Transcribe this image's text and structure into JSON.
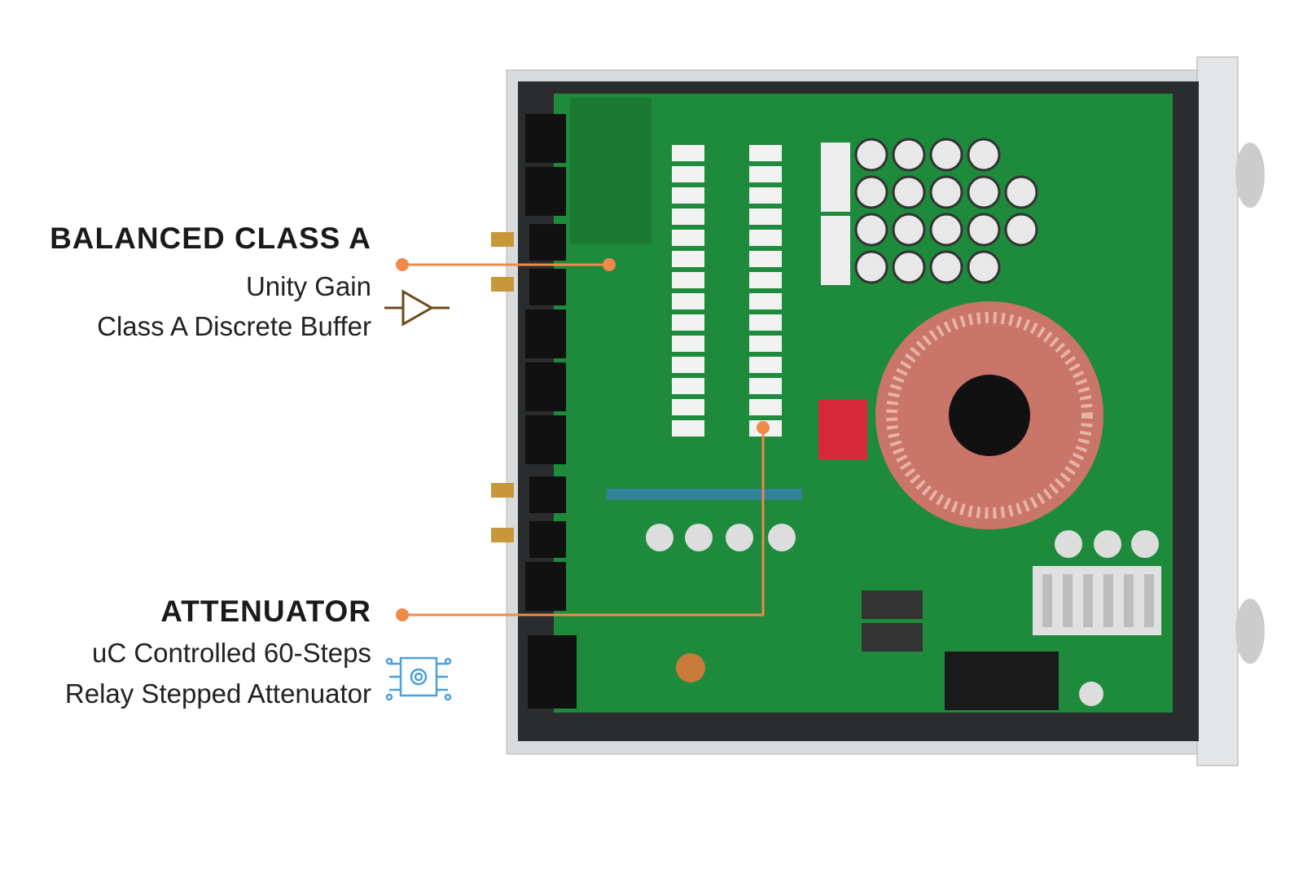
{
  "callouts": [
    {
      "title": "BALANCED CLASS A",
      "lines": [
        "Unity Gain",
        "Class A Discrete Buffer"
      ],
      "icon": "amplifier-buffer-icon"
    },
    {
      "title": "ATTENUATOR",
      "lines": [
        "uC Controlled 60-Steps",
        "Relay Stepped Attenuator"
      ],
      "icon": "chip-gear-icon"
    }
  ],
  "colors": {
    "accent": "#ee8a4a",
    "pcb": "#1e8a3c",
    "icon_blue": "#4a9fdc",
    "amp_icon": "#6b4a1c"
  }
}
